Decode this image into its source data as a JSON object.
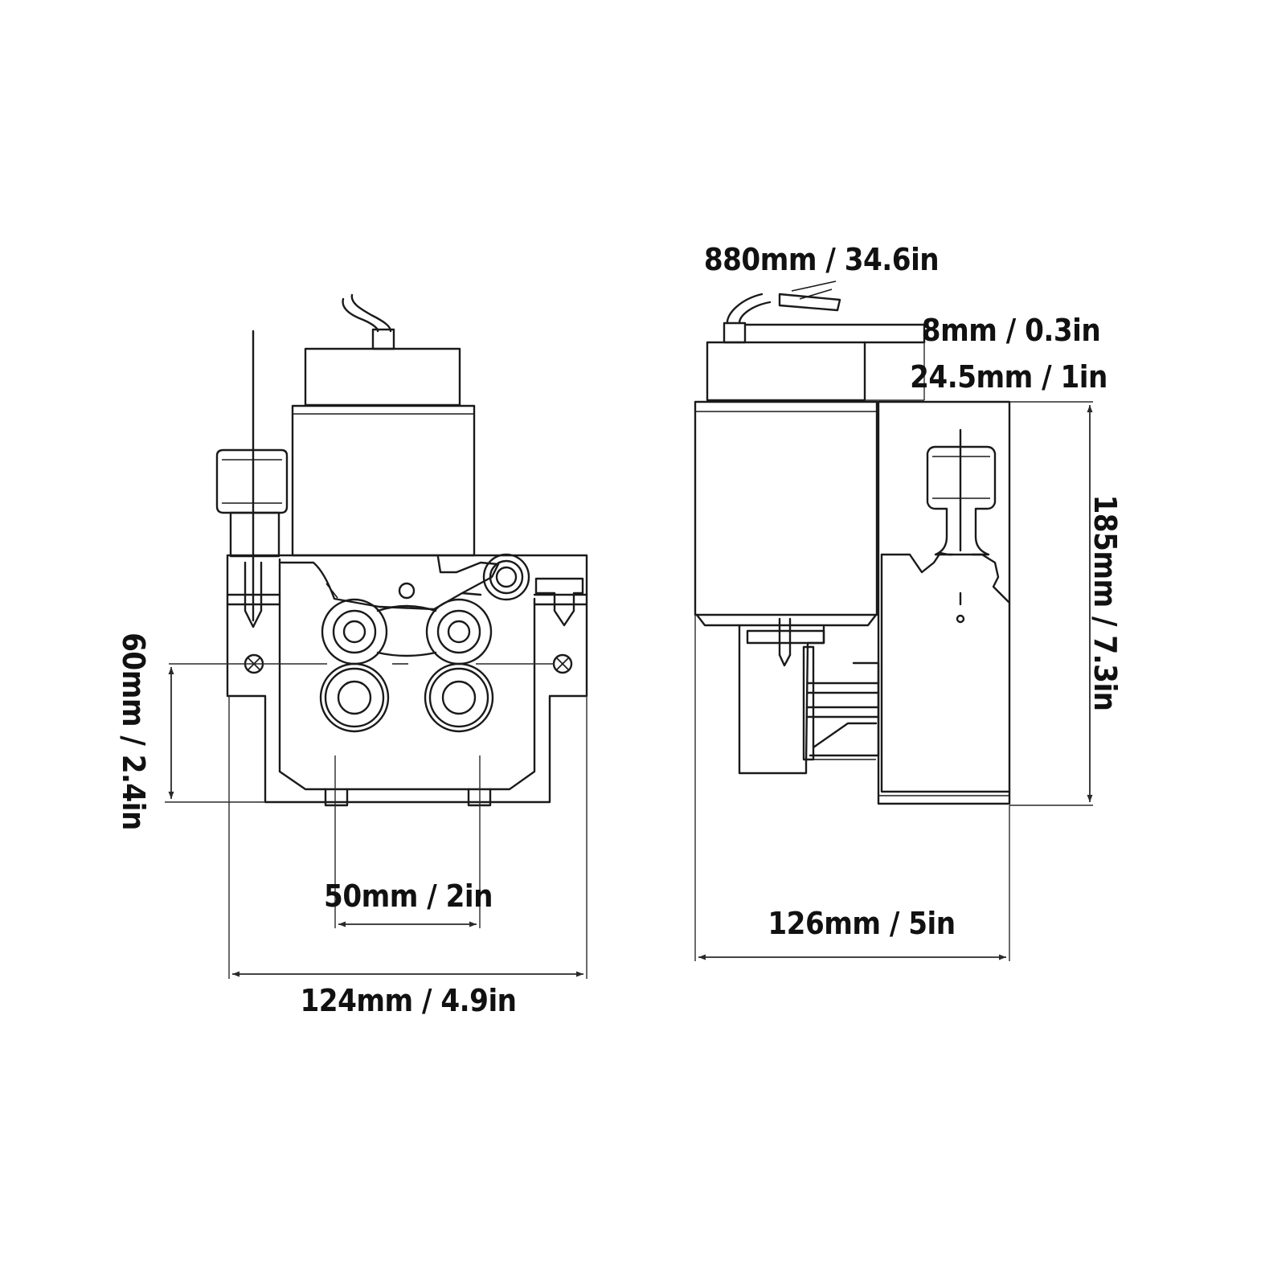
{
  "dimensions": {
    "cable_length": "880mm / 34.6in",
    "cap_thickness": "8mm / 0.3in",
    "cap_height": "24.5mm / 1in",
    "total_height": "185mm / 7.3in",
    "mount_height": "60mm / 2.4in",
    "hole_spacing": "50mm / 2in",
    "front_width": "124mm / 4.9in",
    "side_depth": "126mm / 5in"
  },
  "colors": {
    "line": "#1a1a1a",
    "background": "#ffffff"
  }
}
